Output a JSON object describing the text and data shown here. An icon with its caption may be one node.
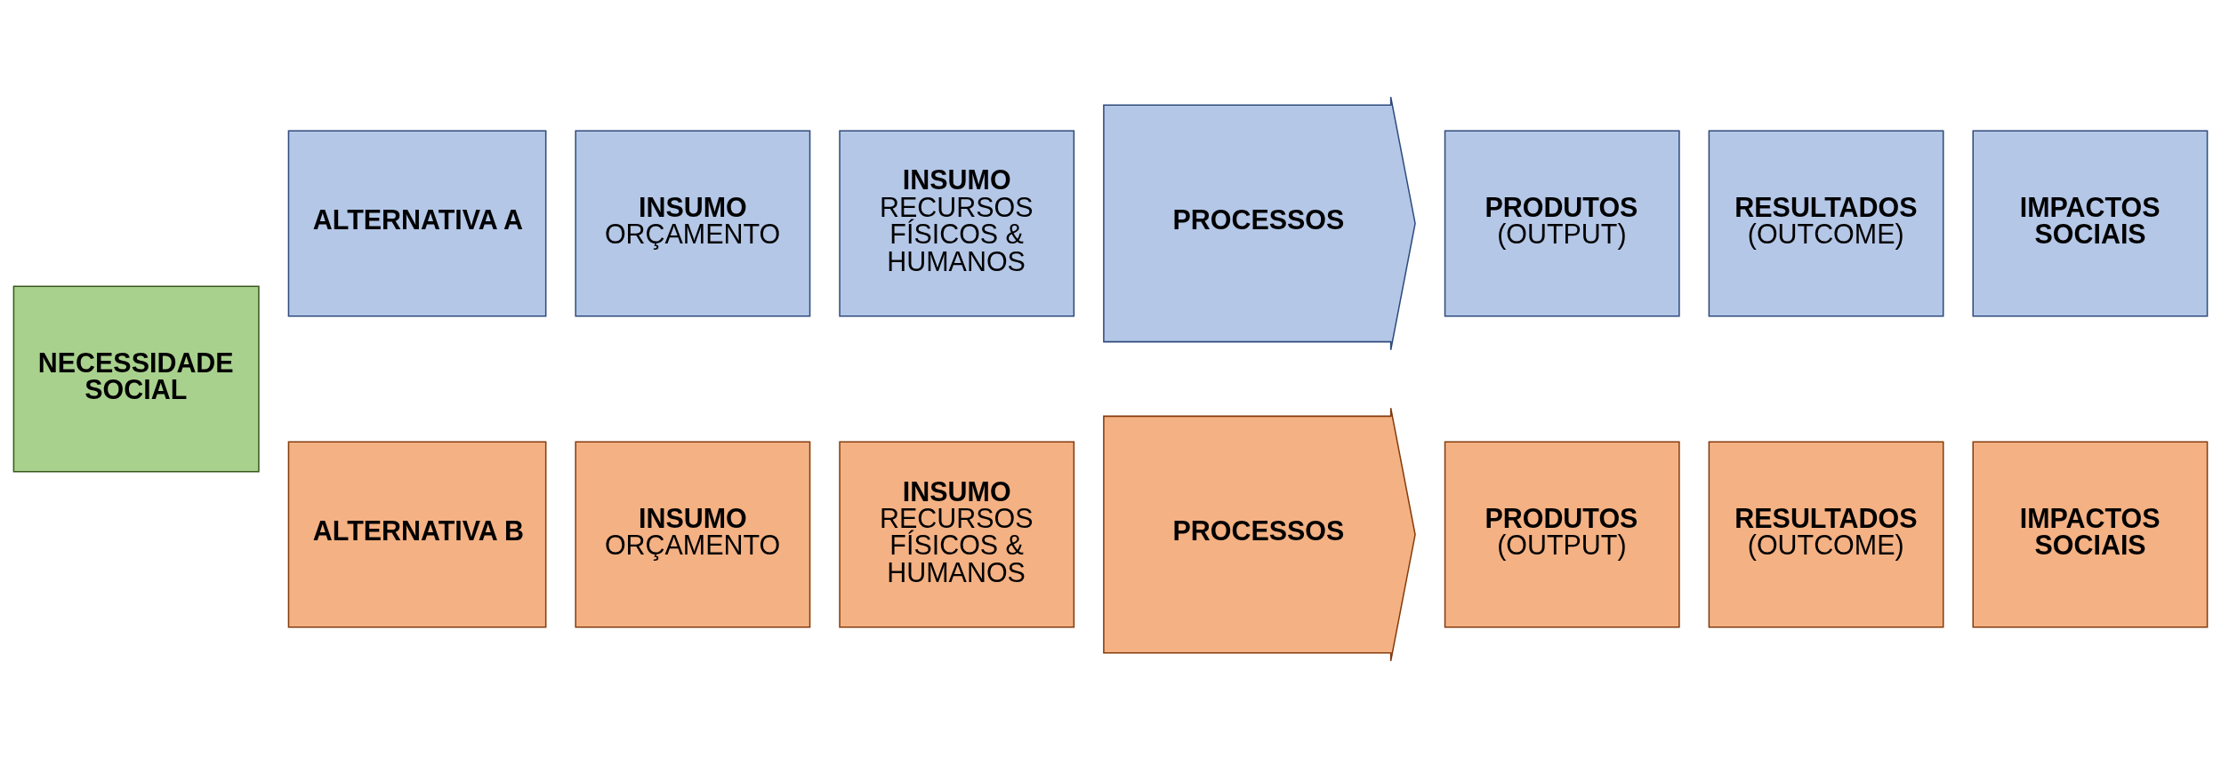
{
  "diagram": {
    "nodes": [
      {
        "text": [
          "NECESSIDADE SOCIAL"
        ]
      },
      {
        "text": [
          "ALTERNATIVA A"
        ]
      },
      {
        "text": [
          "INSUMO",
          "ORÇAMENTO"
        ]
      },
      {
        "text": [
          "INSUMO",
          "RECURSOS FÍSICOS & HUMANOS"
        ]
      },
      {
        "text": [
          "PROCESSOS"
        ]
      },
      {
        "text": [
          "PRODUTOS",
          "(OUTPUT)"
        ]
      },
      {
        "text": [
          "RESULTADOS",
          "(OUTCOME)"
        ]
      },
      {
        "text": [
          "IMPACTOS SOCIAIS"
        ]
      },
      {
        "text": [
          "ALTERNATIVA B"
        ]
      },
      {
        "text": [
          "INSUMO",
          "ORÇAMENTO"
        ]
      },
      {
        "text": [
          "INSUMO",
          "RECURSOS FÍSICOS & HUMANOS"
        ]
      },
      {
        "text": [
          "PROCESSOS"
        ]
      },
      {
        "text": [
          "PRODUTOS",
          "(OUTPUT)"
        ]
      },
      {
        "text": [
          "RESULTADOS",
          "(OUTCOME)"
        ]
      },
      {
        "text": [
          "IMPACTOS SOCIAIS"
        ]
      }
    ]
  }
}
